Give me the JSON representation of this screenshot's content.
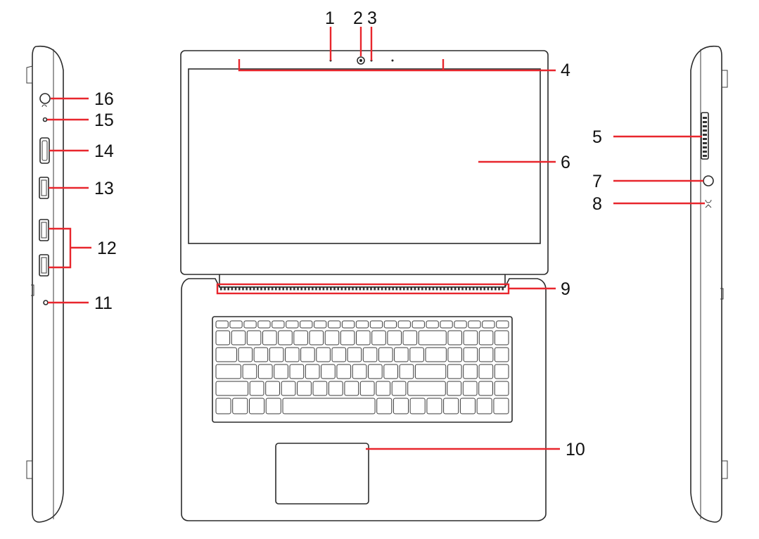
{
  "figure": {
    "colors": {
      "callout": "#e8262d",
      "outline": "#2b2b2b",
      "background": "#ffffff"
    }
  },
  "callouts": [
    {
      "id": 1,
      "label": "1"
    },
    {
      "id": 2,
      "label": "2"
    },
    {
      "id": 3,
      "label": "3"
    },
    {
      "id": 4,
      "label": "4"
    },
    {
      "id": 5,
      "label": "5"
    },
    {
      "id": 6,
      "label": "6"
    },
    {
      "id": 7,
      "label": "7"
    },
    {
      "id": 8,
      "label": "8"
    },
    {
      "id": 9,
      "label": "9"
    },
    {
      "id": 10,
      "label": "10"
    },
    {
      "id": 11,
      "label": "11"
    },
    {
      "id": 12,
      "label": "12"
    },
    {
      "id": 13,
      "label": "13"
    },
    {
      "id": 14,
      "label": "14"
    },
    {
      "id": 15,
      "label": "15"
    },
    {
      "id": 16,
      "label": "16"
    }
  ],
  "icons": [
    "headset-jack-icon",
    "hdmi-port-icon",
    "usb-port-icon",
    "card-reader-slot-icon",
    "power-button-icon",
    "dc-in-icon",
    "camera-icon",
    "microphone-icon",
    "speaker-grille-icon",
    "touchpad-icon",
    "keyboard-icon"
  ]
}
